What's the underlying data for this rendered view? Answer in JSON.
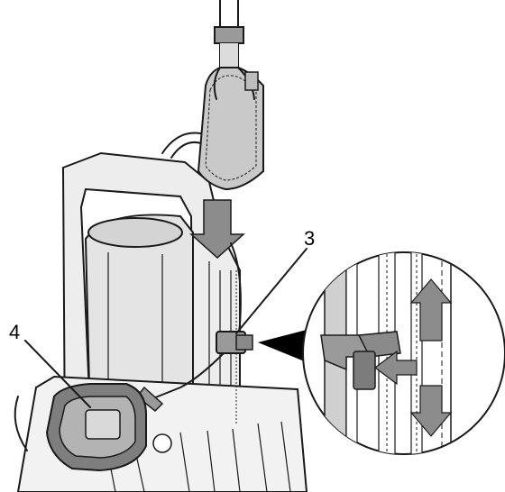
{
  "figure": {
    "callouts": [
      {
        "id": "3",
        "label": "3"
      },
      {
        "id": "4",
        "label": "4"
      }
    ]
  },
  "colors": {
    "arrow": "#8c8c8c",
    "float_fill": "#c9c9c9",
    "tank_fill": "#e6e6e6",
    "outline": "#1a1a1a",
    "pointer": "#000000"
  }
}
